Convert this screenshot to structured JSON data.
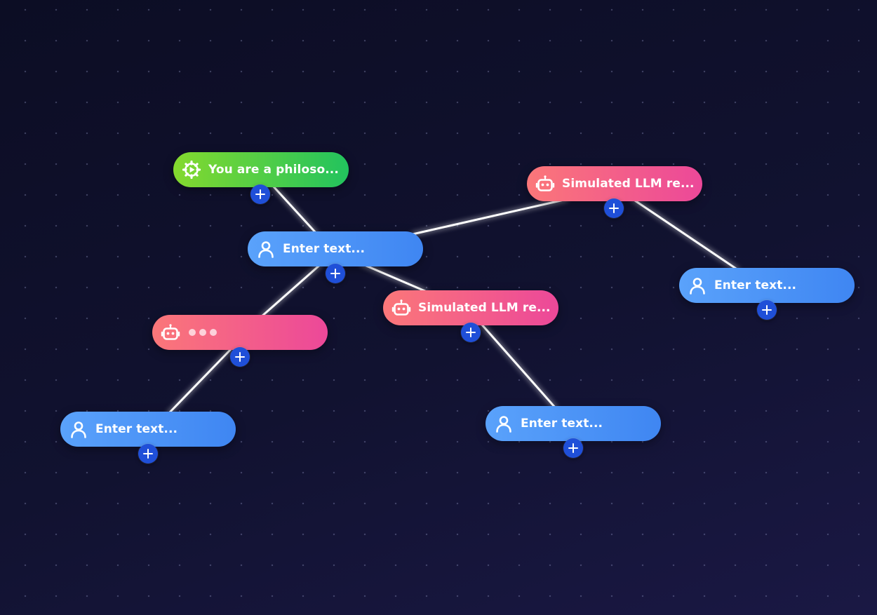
{
  "nodes": [
    {
      "id": "system",
      "role": "system",
      "icon": "settings-play-icon",
      "label": "You are a philoso..."
    },
    {
      "id": "user-1",
      "role": "user",
      "icon": "user-icon",
      "label": "Enter text..."
    },
    {
      "id": "assistant-1",
      "role": "assistant",
      "icon": "robot-icon",
      "label": "Simulated LLM re..."
    },
    {
      "id": "user-2",
      "role": "user",
      "icon": "user-icon",
      "label": "Enter text..."
    },
    {
      "id": "assistant-2",
      "role": "assistant",
      "icon": "robot-icon",
      "label": "Simulated LLM re..."
    },
    {
      "id": "user-3",
      "role": "user",
      "icon": "user-icon",
      "label": "Enter text..."
    },
    {
      "id": "assistant-3",
      "role": "assistant",
      "icon": "robot-icon",
      "label": "",
      "loading": true
    },
    {
      "id": "user-4",
      "role": "user",
      "icon": "user-icon",
      "label": "Enter text..."
    }
  ],
  "edges": [
    [
      "system",
      "user-1"
    ],
    [
      "user-1",
      "assistant-1"
    ],
    [
      "assistant-1",
      "user-2"
    ],
    [
      "user-1",
      "assistant-2"
    ],
    [
      "assistant-2",
      "user-3"
    ],
    [
      "user-1",
      "assistant-3"
    ],
    [
      "assistant-3",
      "user-4"
    ]
  ],
  "add_button_icon": "plus-icon",
  "colors": {
    "user": "#3f86f2",
    "assistant": "#ec4899",
    "system": "#22c35e",
    "add_button": "#1f4fd8",
    "edge": "#ffffff"
  }
}
